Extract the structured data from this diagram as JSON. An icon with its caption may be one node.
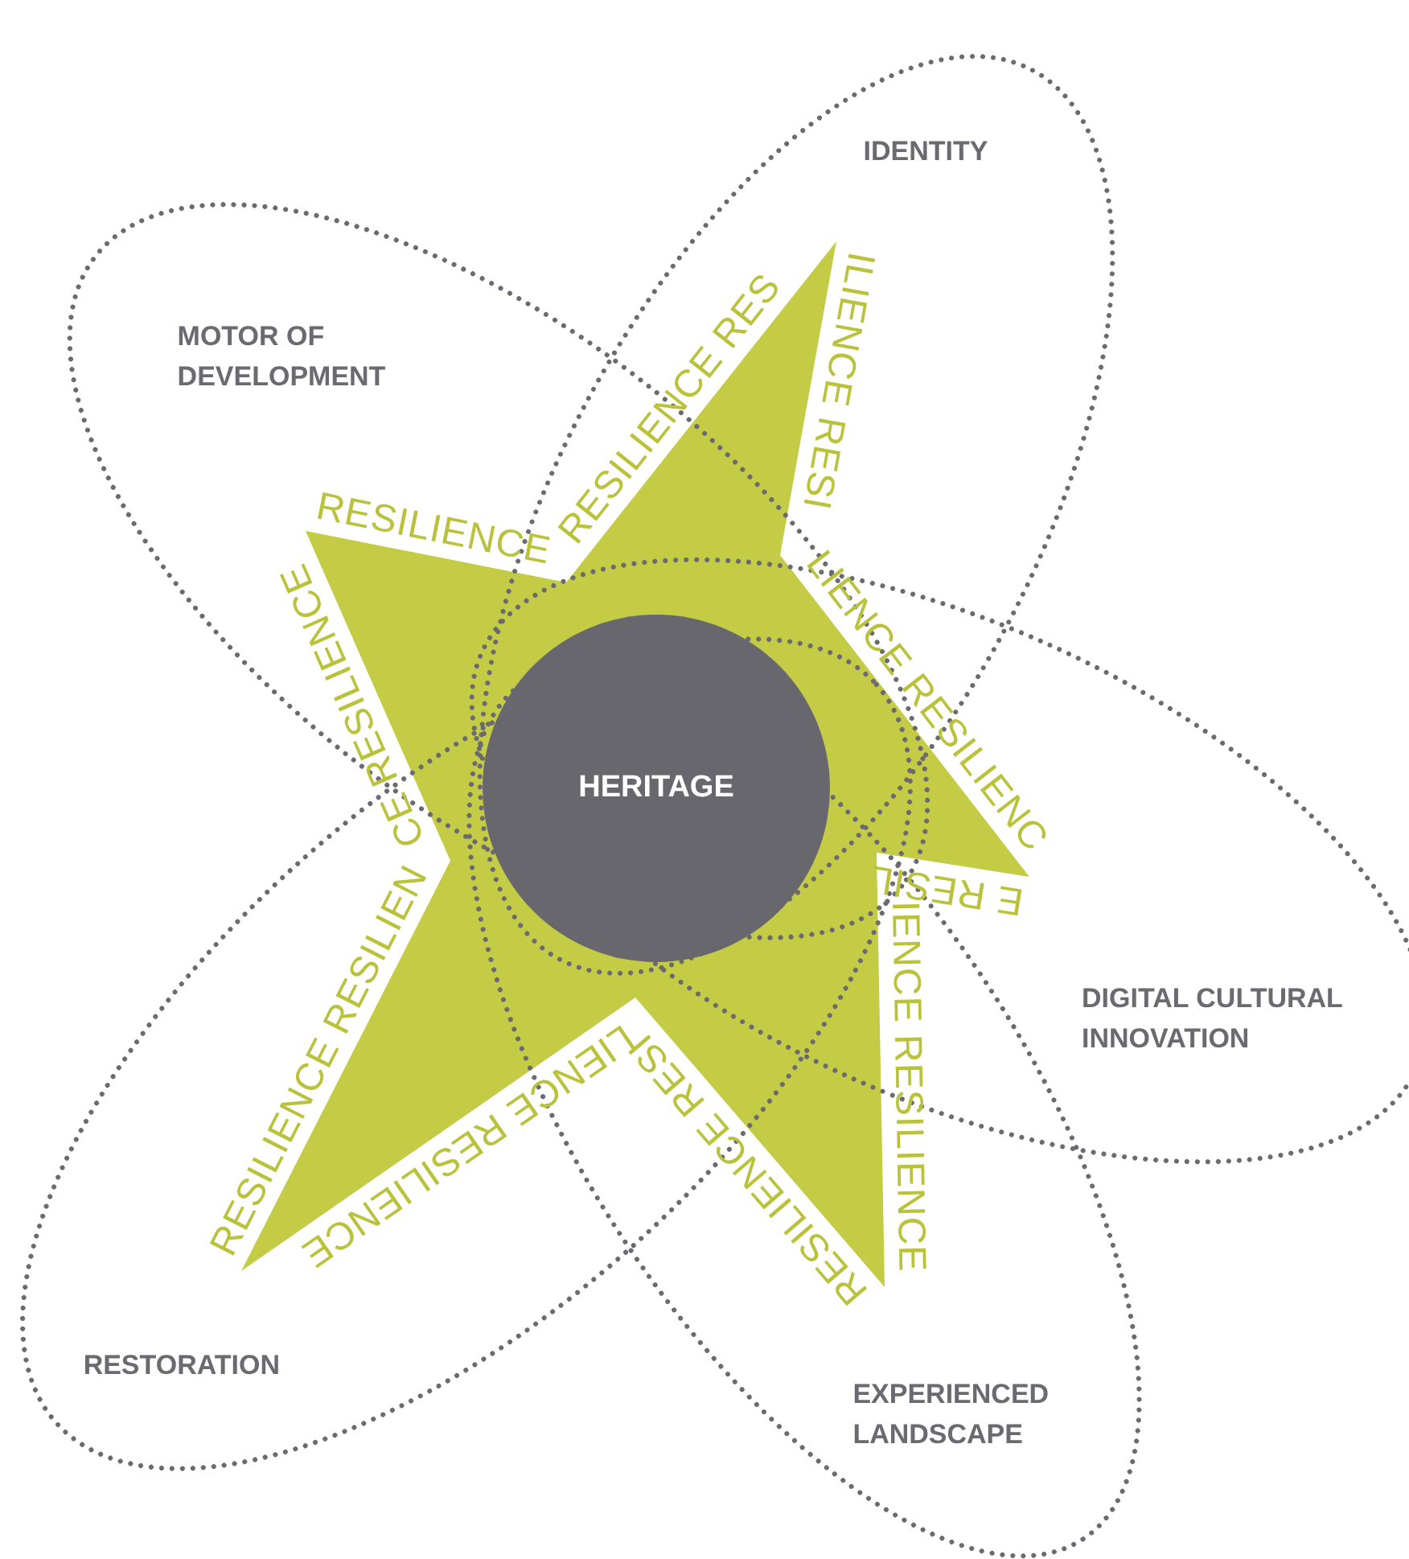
{
  "diagram": {
    "nodes": [
      {
        "text": [
          "IDENTITY"
        ]
      },
      {
        "text": [
          "MOTOR OF DEVELOPMENT"
        ]
      },
      {
        "text": [],
        "shape": "star"
      },
      {
        "text": [
          "HERITAGE"
        ]
      },
      {
        "text": [
          "DIGITAL CULTURAL INNOVATION"
        ]
      },
      {
        "text": [
          "RESTORATION"
        ]
      },
      {
        "text": [
          "EXPERIENCED LANDSCAPE"
        ]
      }
    ],
    "edges": [],
    "labels": [
      "RESILIENCE",
      "RESILIENCE RES",
      "ILIENCE RESI",
      "LIENCE RESILIENC",
      "E RESIL",
      "IENCE RESILIENCE",
      "RESILIENCE RESI",
      "LIENCE RESILIENCE",
      "RESILIENCE RESILIEN",
      "CE RESILIENCE"
    ]
  }
}
